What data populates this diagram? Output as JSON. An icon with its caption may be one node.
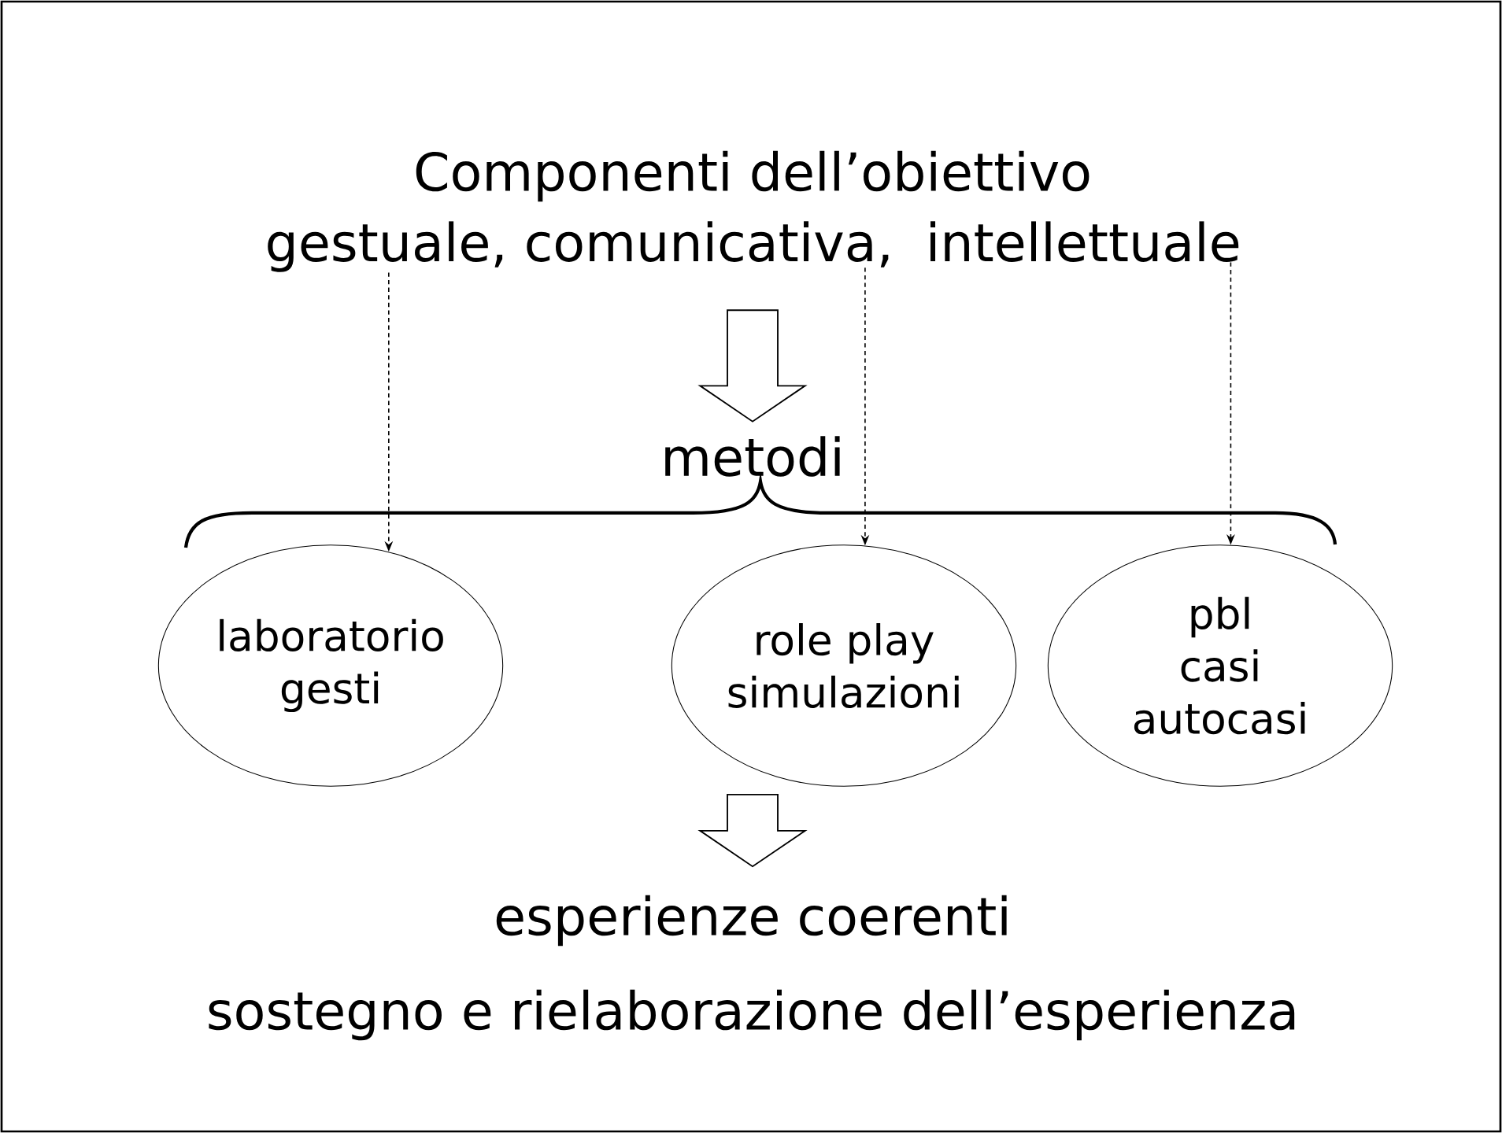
{
  "diagram": {
    "title": "Componenti dell’obiettivo",
    "nodes": [
      {
        "text": [
          "gestuale,"
        ]
      },
      {
        "text": [
          "comunicativa,"
        ]
      },
      {
        "text": [
          "intellettuale"
        ]
      },
      {
        "text": [
          "metodi"
        ]
      },
      {
        "text": [
          "laboratorio gesti"
        ]
      },
      {
        "text": [
          "role play simulazioni"
        ]
      },
      {
        "text": [
          "pbl casi autocasi"
        ]
      },
      {
        "text": [
          "esperienze coerenti",
          "sostegno e rielaborazione dell’esperienza"
        ]
      }
    ],
    "edges": [
      {
        "from": 0,
        "to": 4,
        "arrow": "to",
        "style": "dashed"
      },
      {
        "from": 1,
        "to": 5,
        "arrow": "to",
        "style": "dashed"
      },
      {
        "from": 2,
        "to": 6,
        "arrow": "to",
        "style": "dashed"
      },
      {
        "from": 1,
        "to": 3,
        "arrow": "to"
      },
      {
        "from": 5,
        "to": 7,
        "arrow": "to"
      }
    ]
  }
}
